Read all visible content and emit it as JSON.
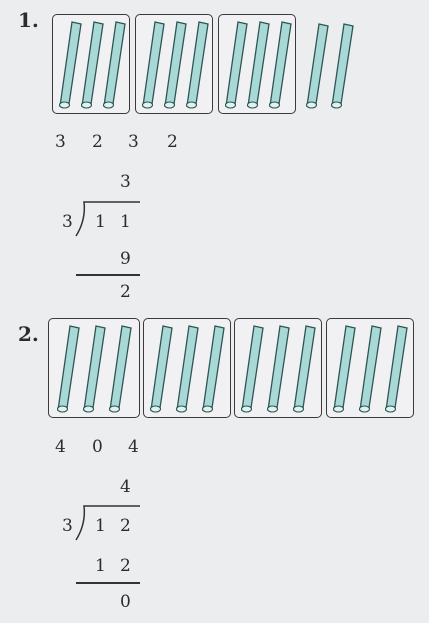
{
  "problems": [
    {
      "number": "1.",
      "labels": [
        "3",
        "2",
        "3",
        "2"
      ],
      "quotient": "3",
      "divisor": "3",
      "dividend": [
        "1",
        "1"
      ],
      "product": "9",
      "remainder": "2"
    },
    {
      "number": "2.",
      "labels": [
        "4",
        "0",
        "4"
      ],
      "quotient": "4",
      "divisor": "3",
      "dividend": [
        "1",
        "2"
      ],
      "product": [
        "1",
        "2"
      ],
      "remainder": "0"
    }
  ],
  "colors": {
    "stick_fill": "#a9d9d6",
    "stick_stroke": "#2e5553",
    "box_border": "#3a3a3a"
  }
}
